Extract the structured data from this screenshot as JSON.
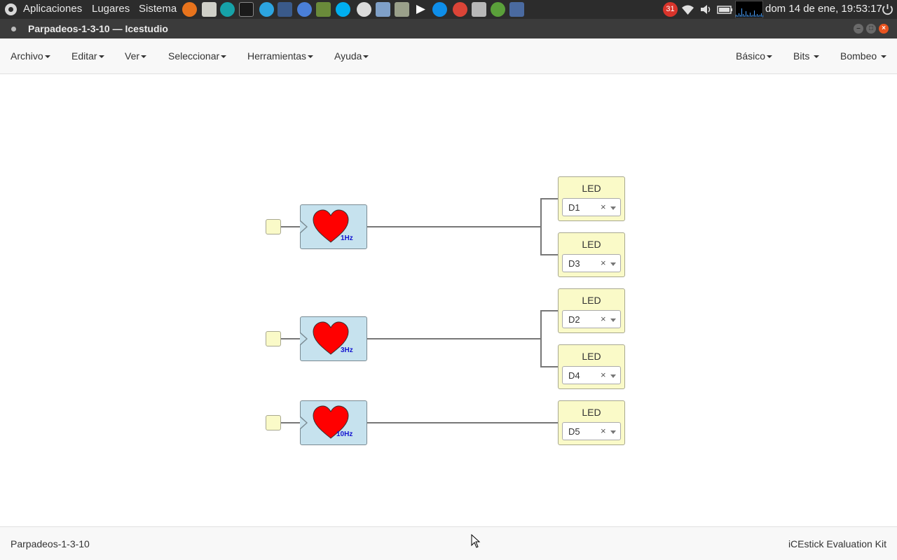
{
  "topbar": {
    "menus": [
      "Aplicaciones",
      "Lugares",
      "Sistema"
    ],
    "tray_icons": [
      "firefox-icon",
      "files-icon",
      "arduino-icon",
      "terminal-icon",
      "telegram-icon",
      "monitor-icon",
      "chromium-icon",
      "tools-icon",
      "skype-icon",
      "info-icon",
      "virtualbox-icon",
      "calculator-icon",
      "arrow-app-icon",
      "teamviewer-icon",
      "chrome-icon",
      "calc-icon",
      "globe-icon",
      "desktop-icon"
    ],
    "notification_badge": "31",
    "clock": "dom 14 de ene, 19:53:17"
  },
  "window": {
    "title": "Parpadeos-1-3-10 — Icestudio"
  },
  "menubar": {
    "left": [
      "Archivo",
      "Editar",
      "Ver",
      "Seleccionar",
      "Herramientas",
      "Ayuda"
    ],
    "right": [
      "Básico",
      "Bits",
      "Bombeo"
    ]
  },
  "canvas": {
    "clocks": [
      {
        "freq": "1Hz"
      },
      {
        "freq": "3Hz"
      },
      {
        "freq": "10Hz"
      }
    ],
    "leds": [
      {
        "title": "LED",
        "pin": "D1"
      },
      {
        "title": "LED",
        "pin": "D3"
      },
      {
        "title": "LED",
        "pin": "D2"
      },
      {
        "title": "LED",
        "pin": "D4"
      },
      {
        "title": "LED",
        "pin": "D5"
      }
    ],
    "clear_glyph": "×"
  },
  "footer": {
    "project": "Parpadeos-1-3-10",
    "board": "iCEstick Evaluation Kit"
  },
  "colors": {
    "panel": "#2c2c2c",
    "clock_block": "#c6e2ee",
    "led_block": "#fafac8",
    "heart": "#ff0000",
    "freq_text": "#1515d0",
    "close_button": "#e95420"
  }
}
